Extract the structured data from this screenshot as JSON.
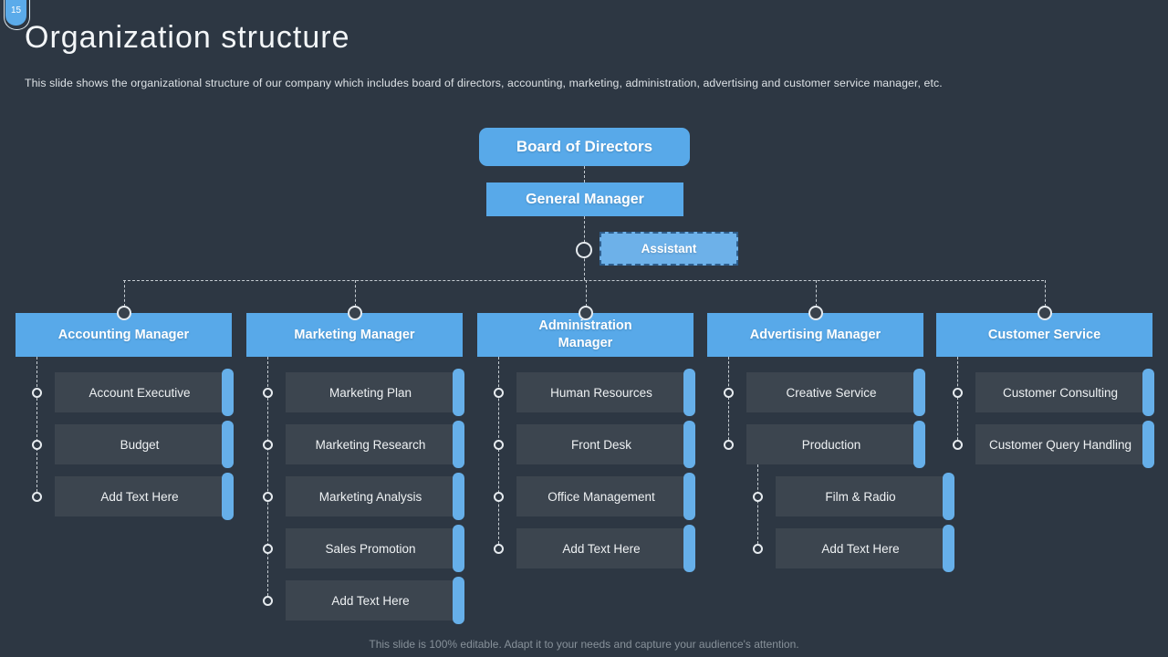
{
  "slide": {
    "page_number": "15",
    "title": "Organization structure",
    "subtitle": "This slide shows the organizational structure of our company which includes board of directors, accounting, marketing, administration, advertising and customer service manager, etc.",
    "footer": "This slide is 100% editable. Adapt it to your needs and capture your audience's attention."
  },
  "colors": {
    "background": "#2d3743",
    "accent_blue": "#58a9e9",
    "assistant_fill": "#6db1e9",
    "item_fill": "#3c454f",
    "item_side_bar": "#66afe9",
    "connector": "#c6cdd3",
    "footer_text": "#87919a"
  },
  "org_chart": {
    "root": "Board of Directors",
    "level2": "General Manager",
    "side": "Assistant",
    "columns": [
      {
        "manager": "Accounting Manager",
        "items": [
          "Account Executive",
          "Budget",
          "Add Text Here"
        ]
      },
      {
        "manager": "Marketing Manager",
        "items": [
          "Marketing Plan",
          "Marketing Research",
          "Marketing Analysis",
          "Sales Promotion",
          "Add Text Here"
        ]
      },
      {
        "manager": "Administration Manager",
        "items": [
          "Human Resources",
          "Front Desk",
          "Office Management",
          "Add Text Here"
        ]
      },
      {
        "manager": "Advertising Manager",
        "items": [
          "Creative Service",
          "Production"
        ],
        "sub_items": [
          "Film & Radio",
          "Add Text Here"
        ]
      },
      {
        "manager": "Customer Service",
        "items": [
          "Customer Consulting",
          "Customer Query Handling"
        ]
      }
    ]
  }
}
